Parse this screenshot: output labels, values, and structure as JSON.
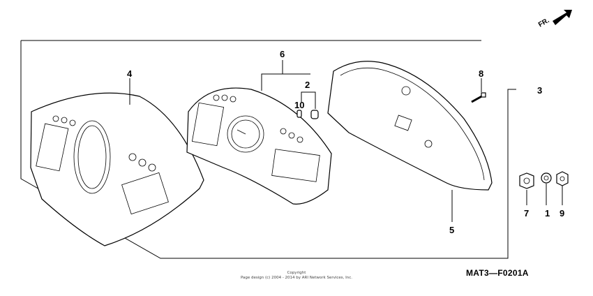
{
  "diagram": {
    "callouts": {
      "c1": "1",
      "c2": "2",
      "c3": "3",
      "c4": "4",
      "c5": "5",
      "c6": "6",
      "c7": "7",
      "c8": "8",
      "c9": "9",
      "c10": "10"
    },
    "direction_label": "FR.",
    "copyright_line1": "Copyright",
    "copyright_line2": "Page design (c) 2004 - 2014 by ARI Network Services, Inc.",
    "figure_code": "MAT3—F0201A"
  }
}
